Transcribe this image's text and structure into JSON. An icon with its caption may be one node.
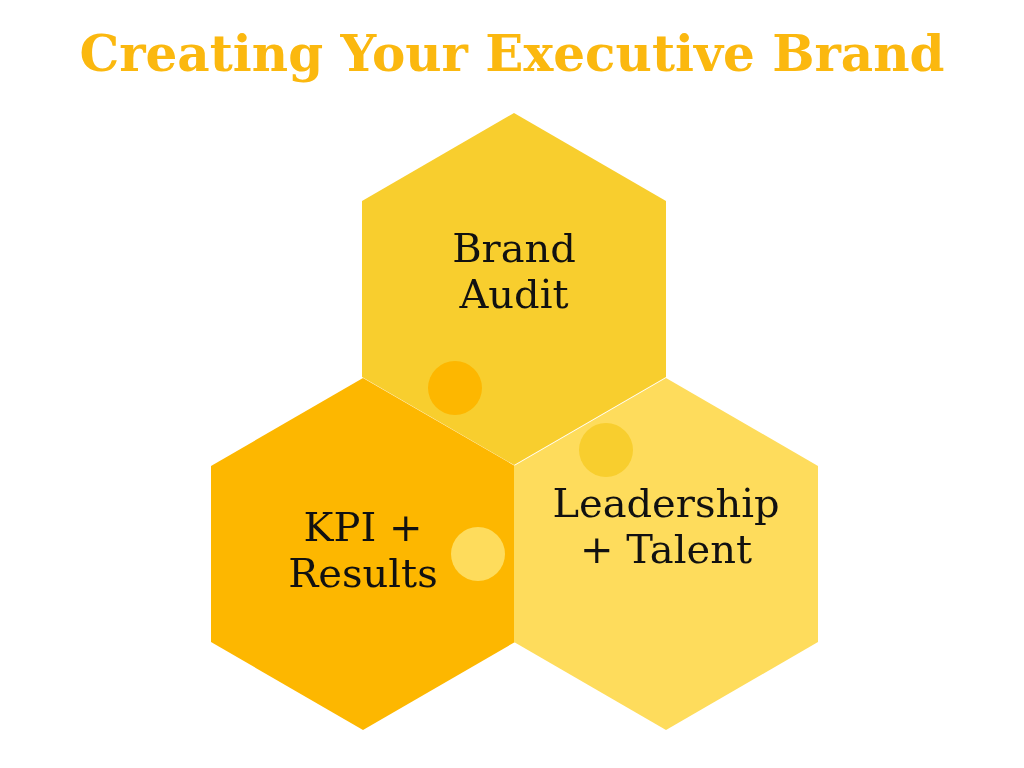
{
  "diagram": {
    "title": "Creating Your Executive Brand",
    "nodes": [
      {
        "text": [
          "Brand Audit"
        ]
      },
      {
        "text": [
          "KPI + Results"
        ]
      },
      {
        "text": [
          "Leadership + Talent"
        ]
      }
    ]
  }
}
